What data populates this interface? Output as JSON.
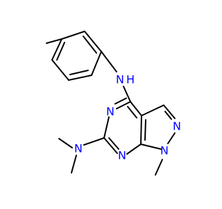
{
  "molecule": {
    "atoms": {
      "nh_n": "N",
      "nh_h": "H",
      "n_pyrimidine_top": "N",
      "n_pyrimidine_bottom": "N",
      "n_pyrazole_2": "N",
      "n_pyrazole_1": "N",
      "n_dimethylamino": "N"
    },
    "colors": {
      "bond": "#000000",
      "nitrogen": "#0000ff",
      "background": "#ffffff"
    }
  }
}
